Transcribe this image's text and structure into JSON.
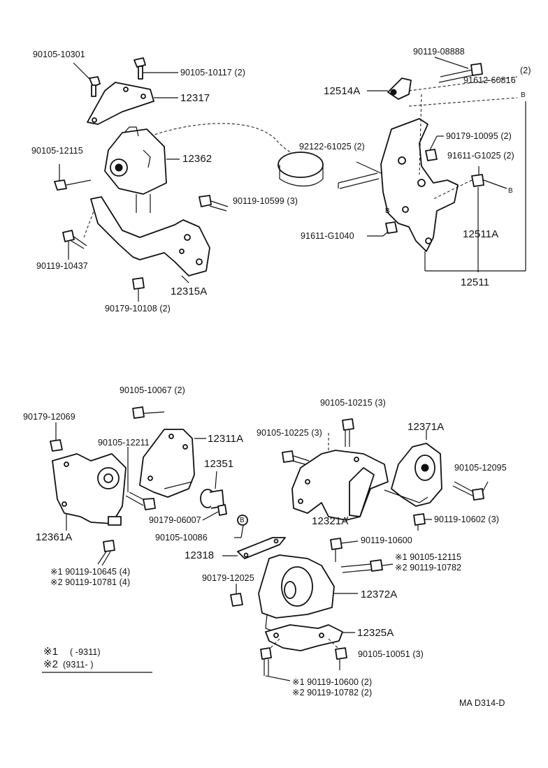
{
  "labels": {
    "p90105_10301": "90105-10301",
    "p90105_10117": "90105-10117 (2)",
    "p12317": "12317",
    "p90105_12115": "90105-12115",
    "p12362": "12362",
    "p90119_10599": "90119-10599 (3)",
    "p90119_10437": "90119-10437",
    "p12315a": "12315A",
    "p90179_10108": "90179-10108 (2)",
    "p90119_08888": "90119-08888",
    "p2": "(2)",
    "p12514a": "12514A",
    "p91612_60816": "91612-60816",
    "p90179_10095": "90179-10095 (2)",
    "p92122_61025": "92122-61025 (2)",
    "p91611_g1025": "91611-G1025 (2)",
    "p12511a": "12511A",
    "p91611_g1040": "91611-G1040",
    "p12511": "12511",
    "p90105_10067": "90105-10067 (2)",
    "p90179_12069": "90179-12069",
    "p90105_12211": "90105-12211",
    "p12311a": "12311A",
    "p12351": "12351",
    "p90179_06007": "90179-06007",
    "p12361a": "12361A",
    "p90105_10086": "90105-10086",
    "p12318": "12318",
    "p90119_10645": "※1 90119-10645 (4)",
    "p90119_10781": "※2 90119-10781 (4)",
    "p90105_10215": "90105-10215 (3)",
    "p90105_10225": "90105-10225 (3)",
    "p12371a": "12371A",
    "p90105_12095": "90105-12095",
    "p12321a": "12321A",
    "p90119_10602": "90119-10602 (3)",
    "p90119_10600": "90119-10600",
    "p90105_12115b": "※1 90105-12115",
    "p90119_10782": "※2 90119-10782",
    "p90179_12025": "90179-12025",
    "p12372a": "12372A",
    "p12325a": "12325A",
    "p90105_10051": "90105-10051 (3)",
    "p90119_10600b": "※1 90119-10600 (2)",
    "p90119_10782b": "※2 90119-10782 (2)",
    "ref_code": "MA D314-D"
  },
  "markers": {
    "b": "B"
  },
  "legend": {
    "row1_mark": "※1",
    "row1_range": "(      -9311)",
    "row2_mark": "※2",
    "row2_range": "(9311-       )"
  }
}
